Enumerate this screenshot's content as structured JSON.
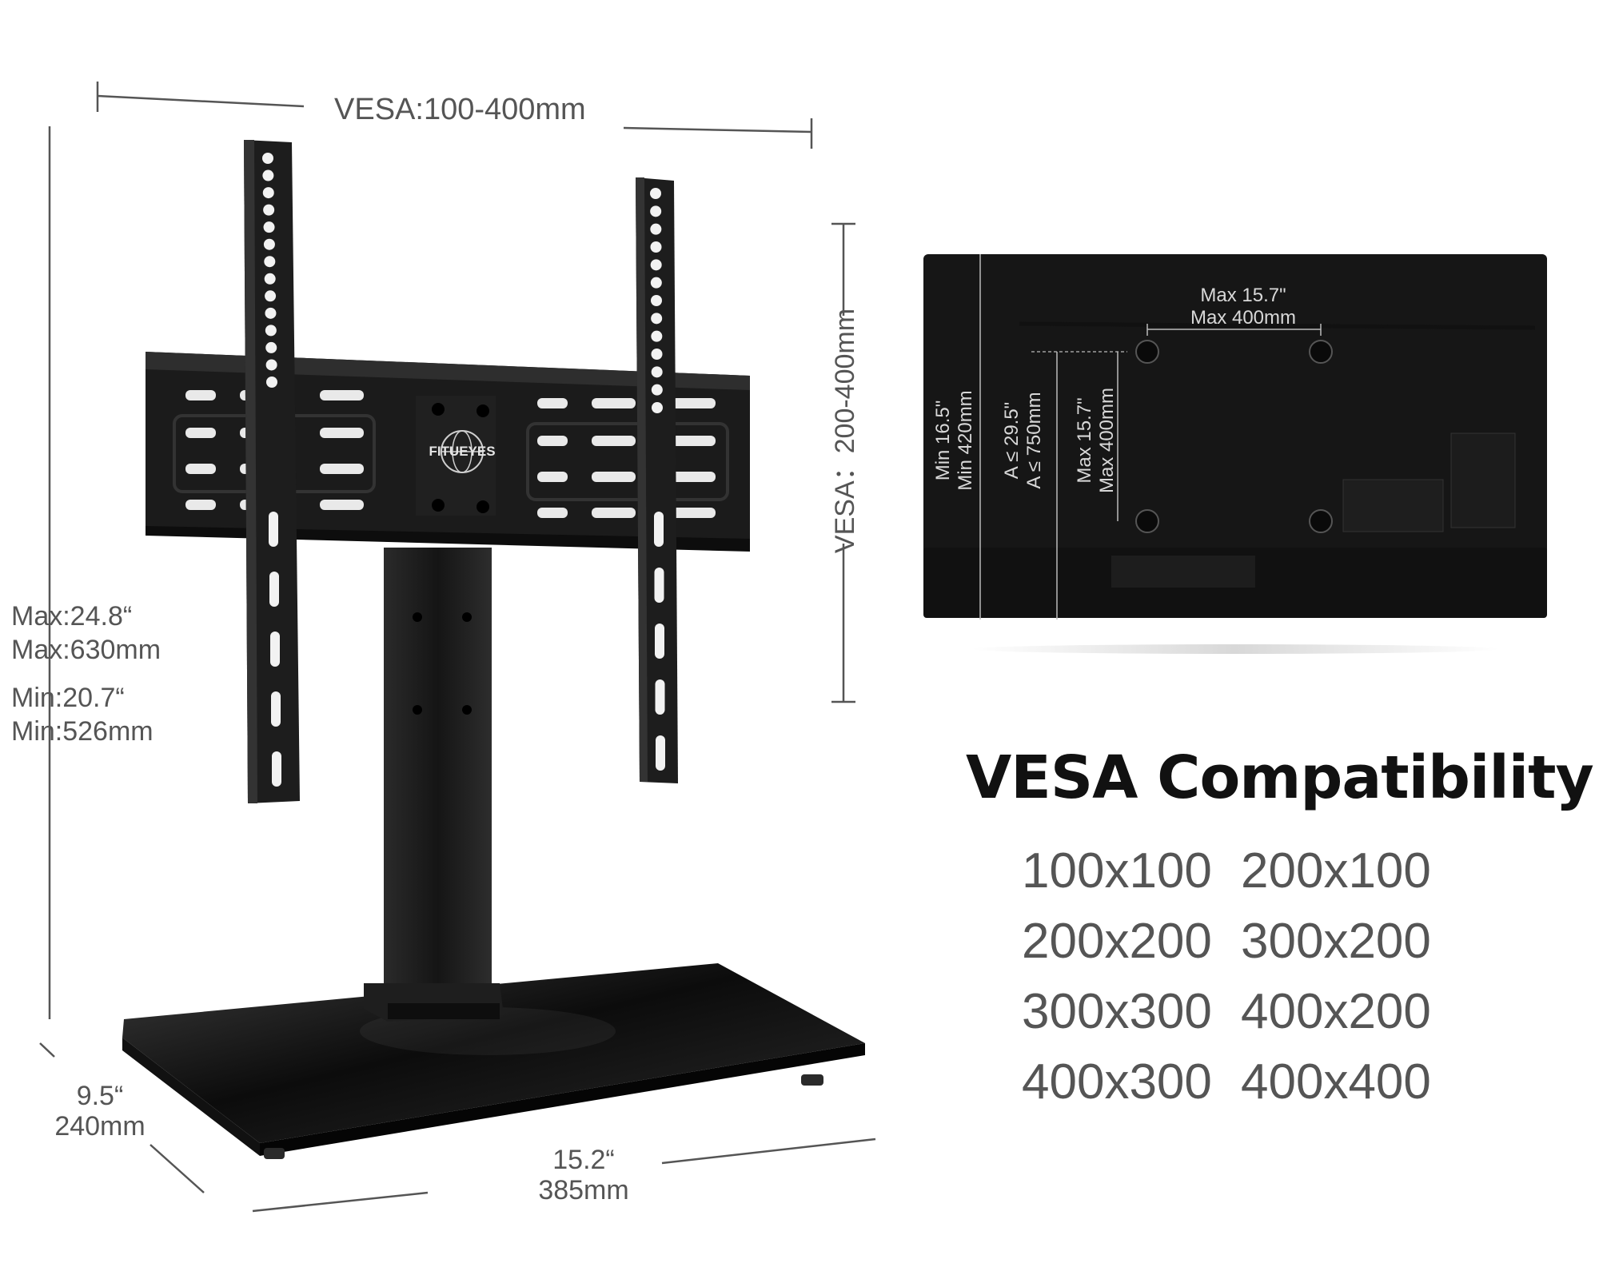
{
  "dimensions": {
    "vesa_width": "VESA:100-400mm",
    "vesa_height": "VESA：200-400mm",
    "max_height_in": "Max:24.8“",
    "max_height_mm": "Max:630mm",
    "min_height_in": "Min:20.7“",
    "min_height_mm": "Min:526mm",
    "depth_in": "9.5“",
    "depth_mm": "240mm",
    "width_in": "15.2“",
    "width_mm": "385mm"
  },
  "brand": {
    "logo_text": "FITUEYES"
  },
  "tv_back": {
    "max_width_in": "Max 15.7\"",
    "max_width_mm": "Max 400mm",
    "min_height_in": "Min 16.5\"",
    "min_height_mm": "Min 420mm",
    "a_in": "A ≤ 29.5\"",
    "a_mm": "A ≤ 750mm",
    "max_height_in": "Max 15.7\"",
    "max_height_mm": "Max 400mm"
  },
  "compat": {
    "title": "VESA Compatibility",
    "sizes": [
      "100x100",
      "200x100",
      "200x200",
      "300x200",
      "300x300",
      "400x200",
      "400x300",
      "400x400"
    ]
  },
  "colors": {
    "stand": "#1a1a1a",
    "tv": "#161616",
    "dimension_line": "#555555"
  }
}
